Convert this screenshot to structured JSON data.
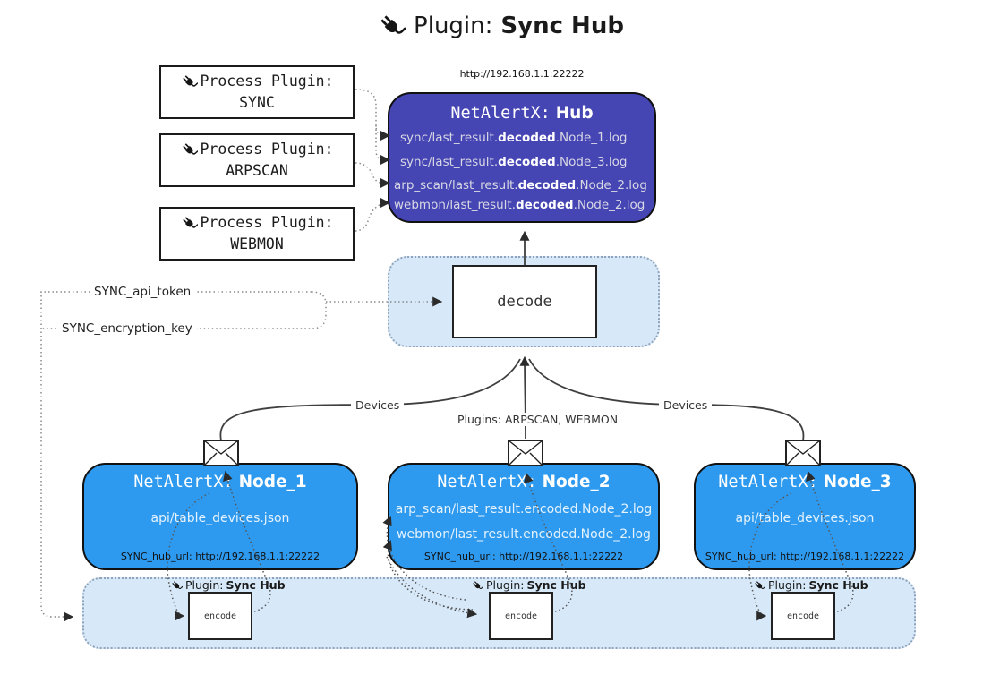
{
  "colors": {
    "hub_bg": "#4545B4",
    "node_bg": "#2E9AEF",
    "band_bg": "#D7E8F8",
    "band_border": "#8FA4BC",
    "line": "#3F3F3F",
    "dotted": "#8A8A8A",
    "dark_dotted": "#555555",
    "arrow": "#2B2B2B",
    "box_border": "#1A1A1A"
  },
  "title": {
    "prefix": "Plugin:",
    "name": "Sync Hub"
  },
  "process_plugins": [
    {
      "label": "Process Plugin:",
      "name": "SYNC"
    },
    {
      "label": "Process Plugin:",
      "name": "ARPSCAN"
    },
    {
      "label": "Process Plugin:",
      "name": "WEBMON"
    }
  ],
  "hub": {
    "url": "http://192.168.1.1:22222",
    "title_prefix": "NetAlertX:",
    "title_name": "Hub",
    "logs": [
      {
        "pre": "sync/last_result.",
        "bold": "decoded",
        "post": ".Node_1.log"
      },
      {
        "pre": "sync/last_result.",
        "bold": "decoded",
        "post": ".Node_3.log"
      },
      {
        "pre": "arp_scan/last_result.",
        "bold": "decoded",
        "post": ".Node_2.log"
      },
      {
        "pre": "webmon/last_result.",
        "bold": "decoded",
        "post": ".Node_2.log"
      }
    ]
  },
  "decode_box": {
    "label": "decode"
  },
  "secrets": {
    "api_token": "SYNC_api_token",
    "encryption_key": "SYNC_encryption_key"
  },
  "edge_labels": {
    "devices_left": "Devices",
    "plugins_center": "Plugins: ARPSCAN, WEBMON",
    "devices_right": "Devices"
  },
  "nodes": [
    {
      "title_prefix": "NetAlertX:",
      "title_name": "Node_1",
      "files": [
        "api/table_devices.json"
      ],
      "hub_url": "SYNC_hub_url: http://192.168.1.1:22222"
    },
    {
      "title_prefix": "NetAlertX:",
      "title_name": "Node_2",
      "files": [
        "arp_scan/last_result.encoded.Node_2.log",
        "webmon/last_result.encoded.Node_2.log"
      ],
      "hub_url": "SYNC_hub_url: http://192.168.1.1:22222"
    },
    {
      "title_prefix": "NetAlertX:",
      "title_name": "Node_3",
      "files": [
        "api/table_devices.json"
      ],
      "hub_url": "SYNC_hub_url: http://192.168.1.1:22222"
    }
  ],
  "encoder": {
    "plugin_prefix": "Plugin:",
    "plugin_name": "Sync Hub",
    "label": "encode"
  }
}
